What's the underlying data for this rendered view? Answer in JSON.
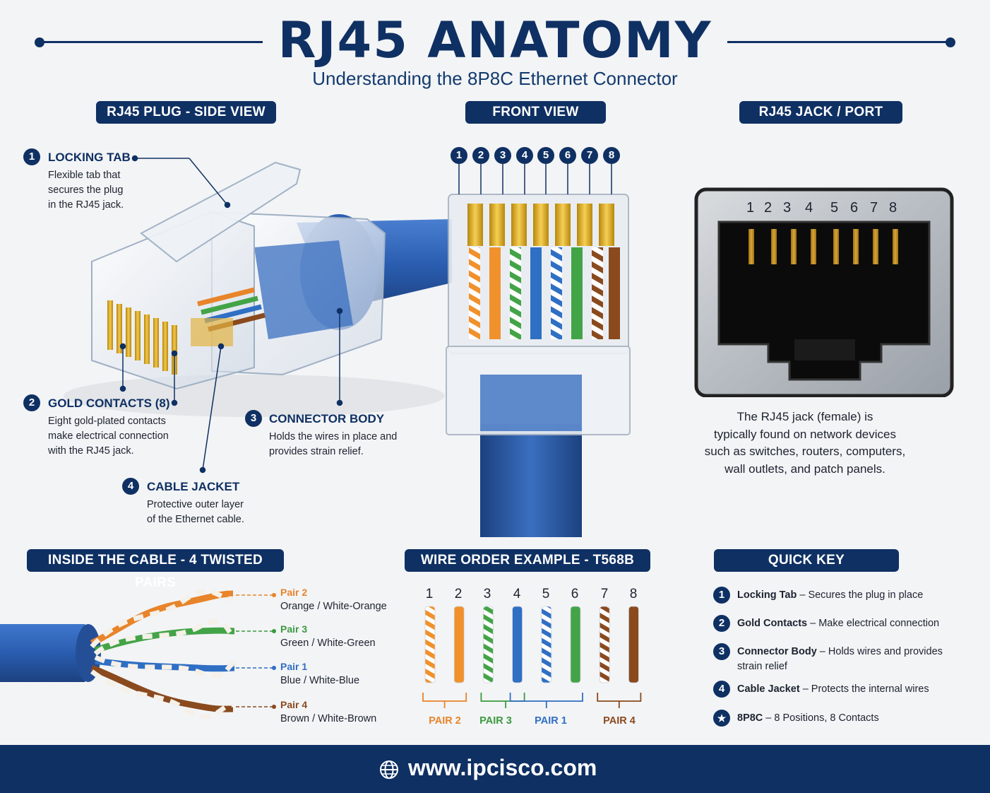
{
  "header": {
    "title": "RJ45 ANATOMY",
    "subtitle": "Understanding the 8P8C Ethernet Connector"
  },
  "sections": {
    "side_view": "RJ45 PLUG - SIDE VIEW",
    "front_view": "FRONT VIEW",
    "jack_view": "RJ45 JACK / PORT",
    "twisted_pairs": "INSIDE THE CABLE - 4 TWISTED PAIRS",
    "wire_order": "WIRE ORDER EXAMPLE - T568B",
    "quick_key": "QUICK KEY"
  },
  "callouts": [
    {
      "num": "1",
      "title": "LOCKING TAB",
      "lines": [
        "Flexible tab that",
        "secures the plug",
        "in the RJ45 jack."
      ]
    },
    {
      "num": "2",
      "title": "GOLD CONTACTS (8)",
      "lines": [
        "Eight gold-plated contacts",
        "make electrical connection",
        "with the RJ45 jack."
      ]
    },
    {
      "num": "3",
      "title": "CONNECTOR BODY",
      "lines": [
        "Holds the wires in place and",
        "provides strain relief."
      ]
    },
    {
      "num": "4",
      "title": "CABLE JACKET",
      "lines": [
        "Protective outer layer",
        "of the Ethernet cable."
      ]
    }
  ],
  "pins": [
    "1",
    "2",
    "3",
    "4",
    "5",
    "6",
    "7",
    "8"
  ],
  "jack": {
    "description": [
      "The RJ45 jack (female) is",
      "typically found on network devices",
      "such as switches, routers, computers,",
      "wall outlets, and patch panels."
    ]
  },
  "pairs": [
    {
      "label": "Pair 2",
      "desc": "Orange / White-Orange",
      "color": "#e8842a"
    },
    {
      "label": "Pair 3",
      "desc": "Green / White-Green",
      "color": "#3a9a3e"
    },
    {
      "label": "Pair 1",
      "desc": "Blue / White-Blue",
      "color": "#2f6fc4"
    },
    {
      "label": "Pair 4",
      "desc": "Brown / White-Brown",
      "color": "#8a4a1e"
    }
  ],
  "wire_order": {
    "wires": [
      {
        "pin": "1",
        "color": "#f0912c",
        "striped": true
      },
      {
        "pin": "2",
        "color": "#f0912c",
        "striped": false
      },
      {
        "pin": "3",
        "color": "#43a447",
        "striped": true
      },
      {
        "pin": "4",
        "color": "#2f6fc4",
        "striped": false
      },
      {
        "pin": "5",
        "color": "#2f6fc4",
        "striped": true
      },
      {
        "pin": "6",
        "color": "#43a447",
        "striped": false
      },
      {
        "pin": "7",
        "color": "#8a4a1e",
        "striped": true
      },
      {
        "pin": "8",
        "color": "#8a4a1e",
        "striped": false
      }
    ],
    "groups": [
      {
        "label": "PAIR 2",
        "color": "#e8842a"
      },
      {
        "label": "PAIR 3",
        "color": "#3a9a3e"
      },
      {
        "label": "PAIR 1",
        "color": "#2f6fc4"
      },
      {
        "label": "PAIR 4",
        "color": "#8a4a1e"
      }
    ]
  },
  "quick_key": [
    {
      "marker": "1",
      "term": "Locking Tab",
      "desc": " – Secures the plug in place",
      "desc2": ""
    },
    {
      "marker": "2",
      "term": "Gold Contacts",
      "desc": " – Make electrical connection",
      "desc2": ""
    },
    {
      "marker": "3",
      "term": "Connector Body",
      "desc": " – Holds wires and provides",
      "desc2": "strain relief"
    },
    {
      "marker": "4",
      "term": "Cable Jacket",
      "desc": " – Protects the internal wires",
      "desc2": ""
    },
    {
      "marker": "★",
      "term": "8P8C",
      "desc": " – 8 Positions, 8 Contacts",
      "desc2": ""
    }
  ],
  "footer": {
    "url": "www.ipcisco.com"
  },
  "colors": {
    "navy": "#0f3063",
    "gold": "#d4a017",
    "cable_blue": "#2a5db0"
  }
}
